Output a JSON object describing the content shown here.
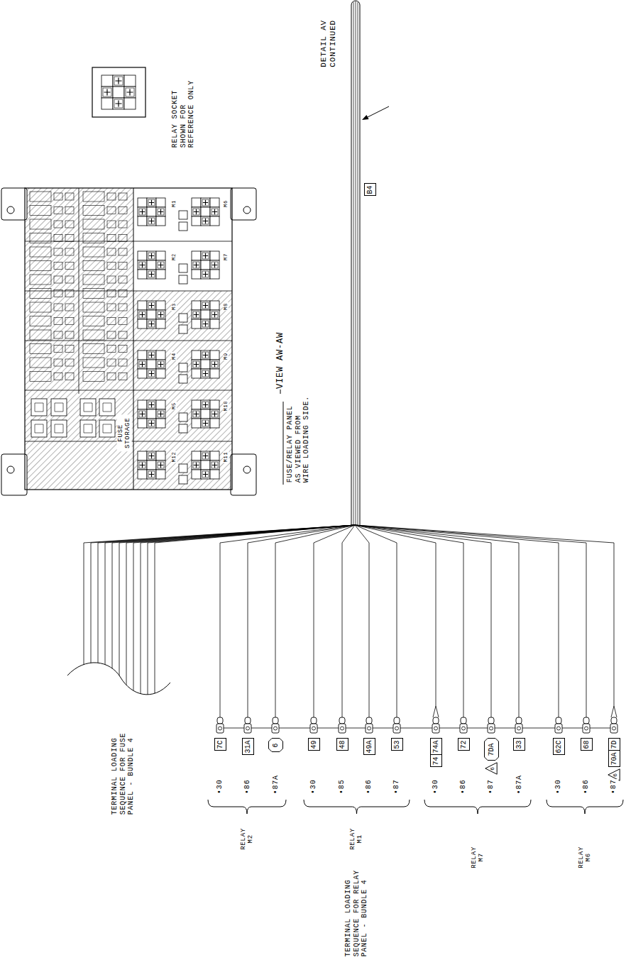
{
  "diagram": {
    "nodes": [
      {
        "text": [
          "B4"
        ]
      },
      {
        "text": [
          "7C"
        ]
      },
      {
        "text": [
          "31A"
        ]
      },
      {
        "text": [
          "6"
        ]
      },
      {
        "text": [
          "49"
        ]
      },
      {
        "text": [
          "48"
        ]
      },
      {
        "text": [
          "49A"
        ]
      },
      {
        "text": [
          "53"
        ]
      },
      {
        "text": [
          "74A"
        ]
      },
      {
        "text": [
          "74"
        ]
      },
      {
        "text": [
          "72"
        ]
      },
      {
        "text": [
          "7DA"
        ]
      },
      {
        "text": [
          "6"
        ]
      },
      {
        "text": [
          "33"
        ]
      },
      {
        "text": [
          "62C"
        ]
      },
      {
        "text": [
          "68"
        ]
      },
      {
        "text": [
          "7D"
        ]
      },
      {
        "text": [
          "70A"
        ]
      },
      {
        "text": [
          "6"
        ]
      }
    ],
    "labels": [
      "DETAIL AV CONTINUED",
      "RELAY SOCKET SHOWN FOR REFERENCE ONLY",
      "M1",
      "M6",
      "M2",
      "M7",
      "M3",
      "M8",
      "M4",
      "M9",
      "M5",
      "M10",
      "M12",
      "M11",
      "FUSE STORAGE",
      "VIEW AW-AW",
      "FUSE/RELAY PANEL AS VIEWED FROM WIRE LOADING SIDE.",
      "TERMINAL LOADING SEQUENCE FOR FUSE PANEL - BUNDLE 4",
      "•30",
      "•86",
      "•87A",
      "•30",
      "•85",
      "•86",
      "•87",
      "•30",
      "•86",
      "•87",
      "•87A",
      "•30",
      "•86",
      "•87",
      "RELAY M2",
      "RELAY M1",
      "RELAY M7",
      "RELAY M6",
      "TERMINAL LOADING SEQUENCE FOR RELAY PANEL - BUNDLE 4"
    ]
  }
}
